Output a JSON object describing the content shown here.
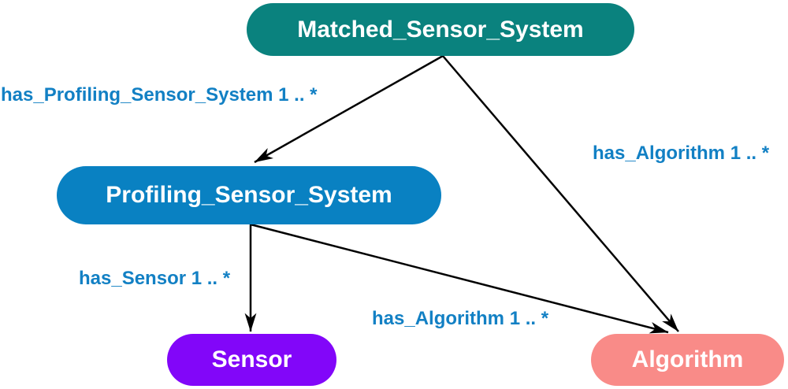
{
  "diagram": {
    "kind": "ontology-class-graph",
    "background_color": "#FFFFFF",
    "edge_line_color": "#000000",
    "edge_label_color": "#1280C4",
    "node_text_color": "#FFFFFF",
    "nodes": [
      {
        "id": "matched_sensor_system",
        "label": "Matched_Sensor_System",
        "color": "#0A827E"
      },
      {
        "id": "profiling_sensor_system",
        "label": "Profiling_Sensor_System",
        "color": "#0981C2"
      },
      {
        "id": "sensor",
        "label": "Sensor",
        "color": "#8206F9"
      },
      {
        "id": "algorithm",
        "label": "Algorithm",
        "color": "#F98B88"
      }
    ],
    "edges": [
      {
        "from": "matched_sensor_system",
        "to": "profiling_sensor_system",
        "label": "has_Profiling_Sensor_System 1 .. *"
      },
      {
        "from": "matched_sensor_system",
        "to": "algorithm",
        "label": "has_Algorithm 1 .. *"
      },
      {
        "from": "profiling_sensor_system",
        "to": "sensor",
        "label": "has_Sensor 1 .. *"
      },
      {
        "from": "profiling_sensor_system",
        "to": "algorithm",
        "label": "has_Algorithm 1 .. *"
      }
    ]
  }
}
